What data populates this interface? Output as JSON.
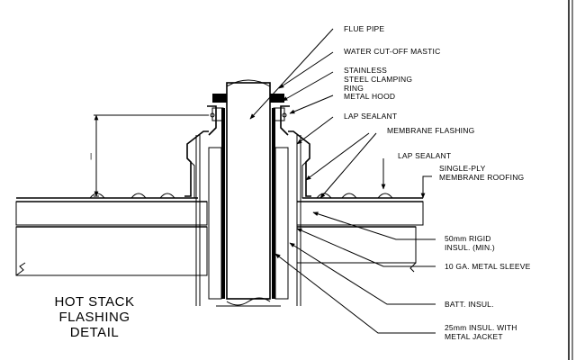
{
  "diagram": {
    "title_lines": [
      "HOT STACK",
      "FLASHING",
      "DETAIL"
    ],
    "dimension_mark": "|",
    "callouts": [
      {
        "id": "flue-pipe",
        "lines": [
          "FLUE PIPE"
        ]
      },
      {
        "id": "water-cutoff-mastic",
        "lines": [
          "WATER CUT-OFF MASTIC"
        ]
      },
      {
        "id": "stainless-clamping-ring",
        "lines": [
          "STAINLESS",
          "STEEL CLAMPING",
          "RING"
        ]
      },
      {
        "id": "metal-hood",
        "lines": [
          "METAL HOOD"
        ]
      },
      {
        "id": "lap-sealant-1",
        "lines": [
          "LAP SEALANT"
        ]
      },
      {
        "id": "membrane-flashing",
        "lines": [
          "MEMBRANE FLASHING"
        ]
      },
      {
        "id": "lap-sealant-2",
        "lines": [
          "LAP SEALANT"
        ]
      },
      {
        "id": "single-ply-roofing",
        "lines": [
          "SINGLE-PLY",
          "MEMBRANE ROOFING"
        ]
      },
      {
        "id": "rigid-insulation",
        "lines": [
          "50mm RIGID",
          "INSUL. (MIN.)"
        ]
      },
      {
        "id": "metal-sleeve",
        "lines": [
          "10 GA. METAL SLEEVE"
        ]
      },
      {
        "id": "batt-insulation",
        "lines": [
          "BATT. INSUL."
        ]
      },
      {
        "id": "insulation-metal-jacket",
        "lines": [
          "25mm INSUL. WITH",
          "METAL JACKET"
        ]
      }
    ]
  }
}
